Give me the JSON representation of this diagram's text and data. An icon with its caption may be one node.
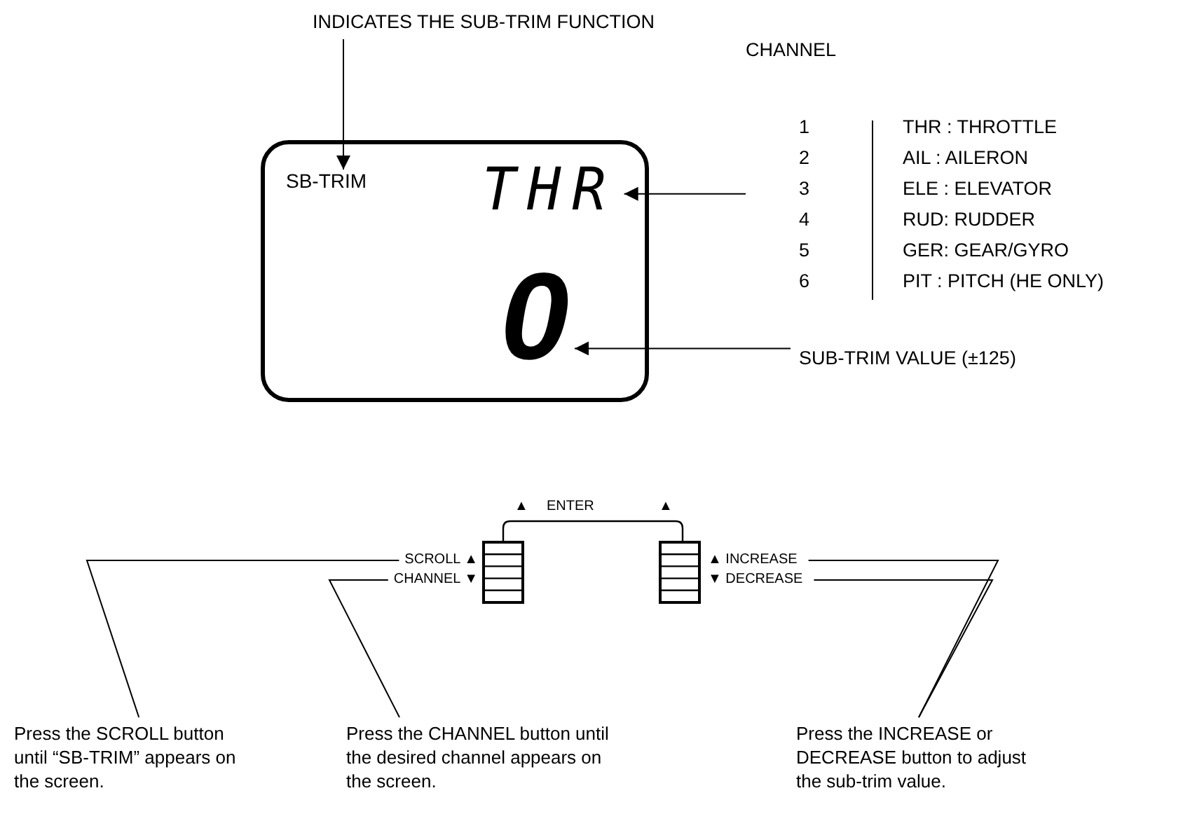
{
  "diagram": {
    "nodes": [
      {
        "text": [
          "INDICATES THE SUB-TRIM FUNCTION"
        ]
      },
      {
        "text": [],
        "shape": "box"
      },
      {
        "text": [
          "SB-TRIM"
        ],
        "in": 1
      },
      {
        "text": [
          "THR"
        ],
        "in": 1
      },
      {
        "text": [
          "0"
        ],
        "in": 1
      },
      {
        "text": [
          "CHANNEL",
          "1",
          "THR : THROTTLE",
          "2",
          "AIL : AILERON",
          "3",
          "ELE : ELEVATOR",
          "4",
          "RUD: RUDDER",
          "5",
          "GER: GEAR/GYRO",
          "6",
          "PIT : PITCH (HE ONLY)"
        ]
      },
      {
        "text": [
          "SUB-TRIM VALUE (±125)"
        ]
      },
      {
        "text": [
          "SCROLL ▲"
        ]
      },
      {
        "text": [],
        "shape": "box"
      },
      {
        "text": [],
        "shape": "box"
      },
      {
        "text": [
          "▲ INCREASE"
        ]
      },
      {
        "text": [
          "CHANNEL ▼"
        ]
      },
      {
        "text": [
          "▼ DECREASE"
        ]
      },
      {
        "text": [
          "Press the SCROLL button until “SB-TRIM” appears on the screen."
        ]
      },
      {
        "text": [
          "Press the CHANNEL button until the desired channel appears on the screen."
        ]
      },
      {
        "text": [
          "Press the INCREASE or DECREASE button to adjust the sub-trim value."
        ]
      }
    ],
    "edges": [
      {
        "from": 0,
        "to": 2,
        "arrow": "to"
      },
      {
        "from": 5,
        "to": 3,
        "arrow": "to"
      },
      {
        "from": 6,
        "to": 4,
        "arrow": "to"
      },
      {
        "from": 13,
        "to": 7,
        "arrow": "none"
      },
      {
        "from": 14,
        "to": 11,
        "arrow": "none"
      },
      {
        "from": 15,
        "to": 10,
        "arrow": "none"
      },
      {
        "from": 15,
        "to": 12,
        "arrow": "none"
      }
    ],
    "labels": [
      "▲",
      "ENTER",
      "▲"
    ]
  }
}
